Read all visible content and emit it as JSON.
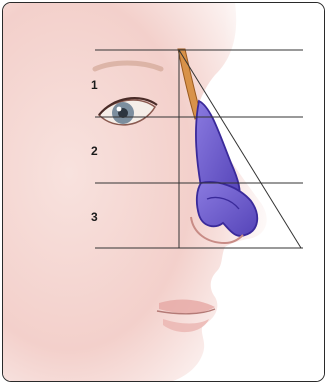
{
  "diagram": {
    "zones": [
      {
        "label": "1"
      },
      {
        "label": "2"
      },
      {
        "label": "3"
      }
    ],
    "colors": {
      "skin": "#f6dcd8",
      "skin_shadow": "#e9bdb5",
      "cartilage": "#7060c8",
      "cartilage_outline": "#3a2a9a",
      "bone": "#d8924a",
      "lines": "#333333",
      "frame": "#2a2a2a"
    }
  }
}
